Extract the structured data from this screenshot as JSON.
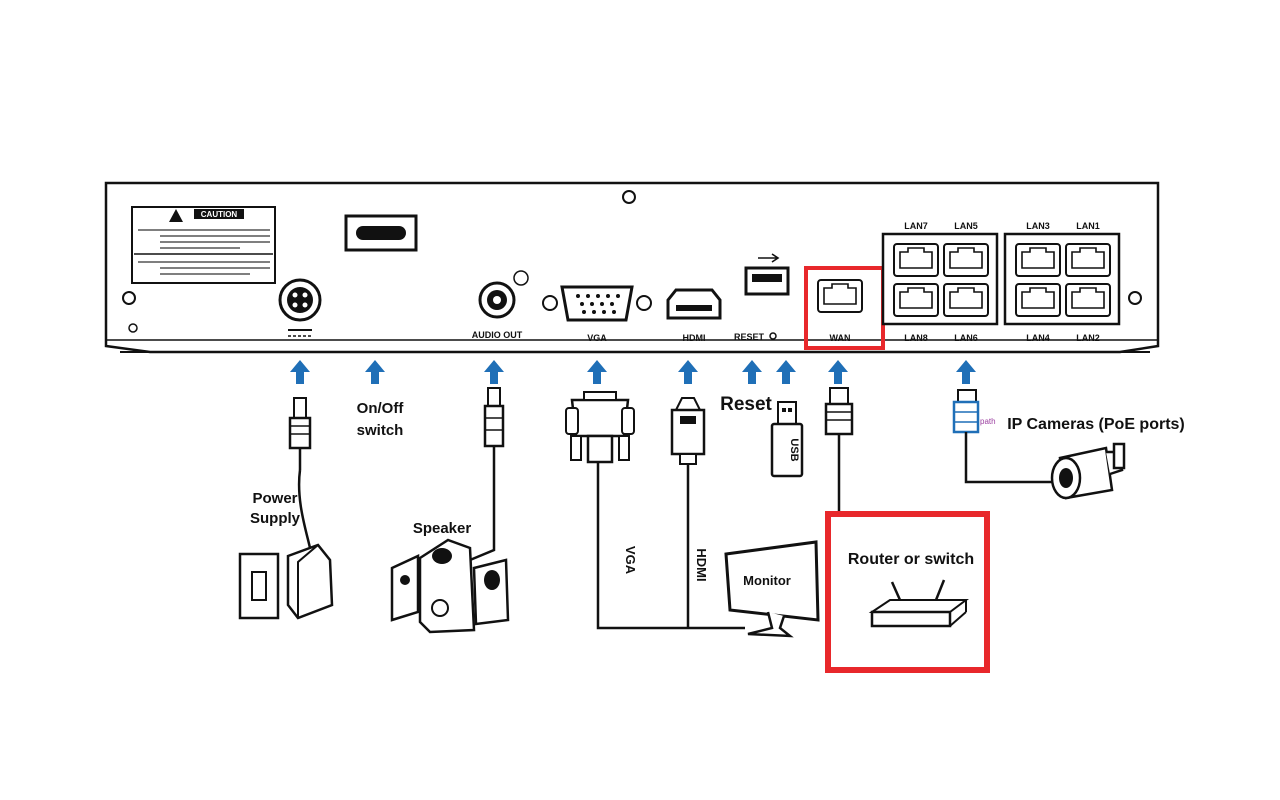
{
  "nvr_panel": {
    "caution_title": "CAUTION",
    "ports": {
      "audio_out": "AUDIO OUT",
      "vga": "VGA",
      "hdmi": "HDMI",
      "reset": "RESET",
      "wan": "WAN",
      "lan7": "LAN7",
      "lan5": "LAN5",
      "lan3": "LAN3",
      "lan1": "LAN1",
      "lan8": "LAN8",
      "lan6": "LAN6",
      "lan4": "LAN4",
      "lan2": "LAN2"
    }
  },
  "devices": {
    "power_supply": "Power\nSupply",
    "on_off_switch": "On/Off\nswitch",
    "speaker": "Speaker",
    "reset": "Reset",
    "usb": "USB",
    "vga_cable": "VGA",
    "hdmi_cable": "HDMI",
    "monitor": "Monitor",
    "router": "Router or switch",
    "ip_cameras": "IP Cameras (PoE ports)",
    "path_note": "path"
  },
  "colors": {
    "arrow": "#1f6fb7",
    "highlight": "#e8282b",
    "line": "#111111"
  }
}
